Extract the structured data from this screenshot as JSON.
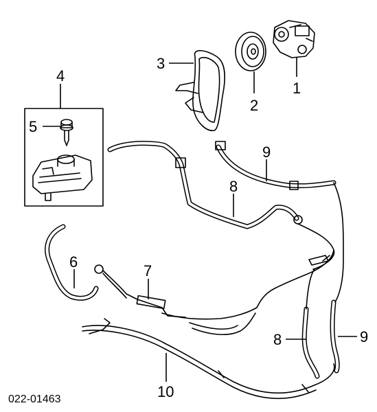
{
  "diagram": {
    "code": "022-01463",
    "callouts": [
      {
        "id": "1",
        "text": "1"
      },
      {
        "id": "2",
        "text": "2"
      },
      {
        "id": "3",
        "text": "3"
      },
      {
        "id": "4",
        "text": "4"
      },
      {
        "id": "5",
        "text": "5"
      },
      {
        "id": "6",
        "text": "6"
      },
      {
        "id": "7",
        "text": "7"
      },
      {
        "id": "8a",
        "text": "8"
      },
      {
        "id": "8b",
        "text": "8"
      },
      {
        "id": "9a",
        "text": "9"
      },
      {
        "id": "9b",
        "text": "9"
      },
      {
        "id": "10",
        "text": "10"
      }
    ]
  }
}
